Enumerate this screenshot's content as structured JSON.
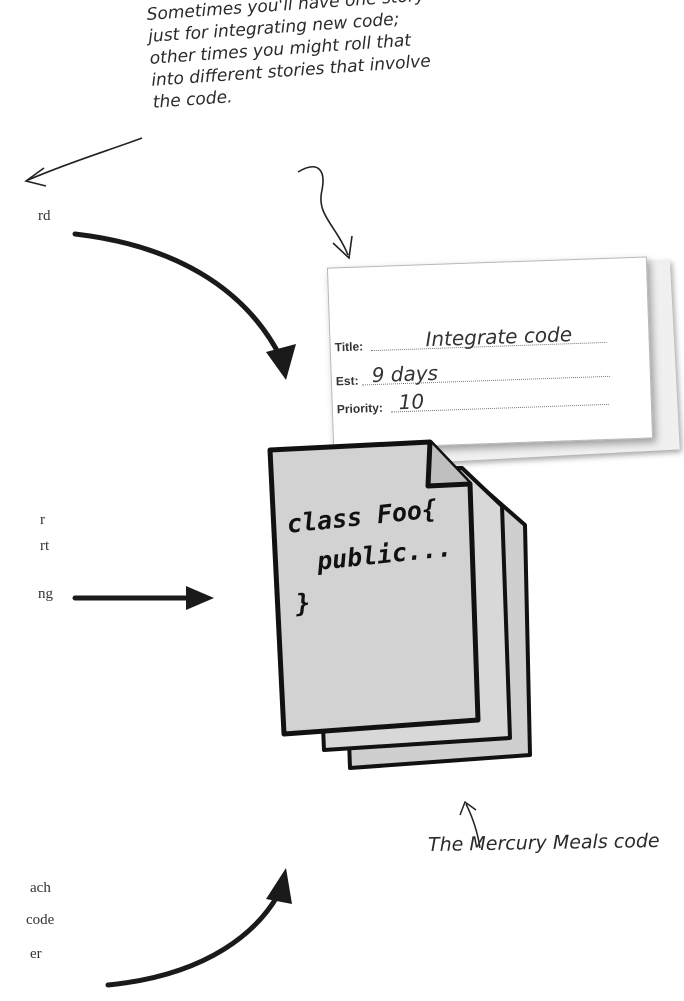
{
  "annotation": {
    "line1": "Sometimes you'll have one story",
    "line2": "just for integrating new code;",
    "line3": "other times you might roll that",
    "line4": "into different stories that involve",
    "line5": "the code."
  },
  "left_fragments": [
    "rd",
    "r",
    "rt",
    "ng",
    "ach",
    "code",
    "er"
  ],
  "story_card": {
    "title_label": "Title:",
    "title_value": "Integrate code",
    "est_label": "Est:",
    "est_value": "9 days",
    "priority_label": "Priority:",
    "priority_value": "10"
  },
  "code_document": {
    "line1": "class Foo{",
    "line2": "public...",
    "line3": "}",
    "caption": "The Mercury Meals code"
  },
  "colors": {
    "document_gray": "#d2d2d2",
    "outline": "#111111",
    "arrow": "#1a1a1a"
  }
}
